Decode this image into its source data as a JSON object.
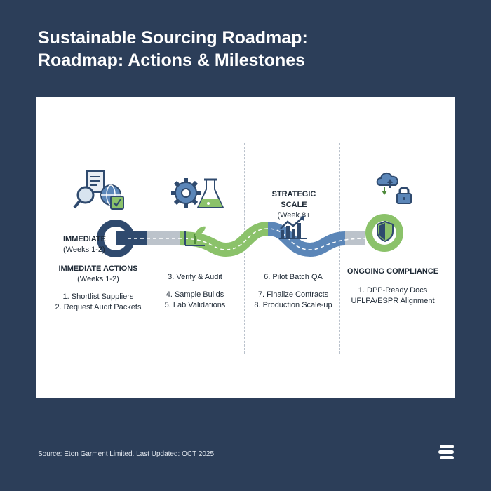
{
  "title": {
    "line1": "Sustainable Sourcing Roadmap:",
    "line2": "Roadmap: Actions & Milestones"
  },
  "stage_labels": {
    "immediate": {
      "name": "IMMEDIATE",
      "weeks": "(Weeks 1-2)"
    },
    "strategic": {
      "name": "STRATEGIC SCALE",
      "weeks": "(Week 8+"
    }
  },
  "columns": [
    {
      "heading": "IMMEDIATE ACTIONS",
      "subheading": "(Weeks 1-2)",
      "items": [
        "1. Shortlist Suppliers",
        "2. Request Audit Packets"
      ]
    },
    {
      "heading": "",
      "subheading": "",
      "items": [
        "3. Verify & Audit",
        "4. Sample Builds",
        "5. Lab Validations"
      ]
    },
    {
      "heading": "",
      "subheading": "",
      "items": [
        "6. Pilot Batch QA",
        "7. Finalize Contracts",
        "8. Production Scale-up"
      ]
    },
    {
      "heading": "ONGOING COMPLIANCE",
      "subheading": "",
      "items": [
        "1. DPP-Ready Docs",
        "UFLPA/ESPR Alignment"
      ]
    }
  ],
  "icons": [
    "document-search-icon",
    "globe-check-icon",
    "gear-icon",
    "flask-icon",
    "sprout-icon",
    "growth-chart-icon",
    "cloud-sync-icon",
    "padlock-icon",
    "shield-icon"
  ],
  "colors": {
    "background": "#2c3e59",
    "navy": "#2f4a6e",
    "green": "#8bc26a",
    "blue": "#5b86b8",
    "gray": "#bcc3cb"
  },
  "footer": {
    "source": "Source: Eton Garment Limited. Last Updated: OCT 2025"
  }
}
